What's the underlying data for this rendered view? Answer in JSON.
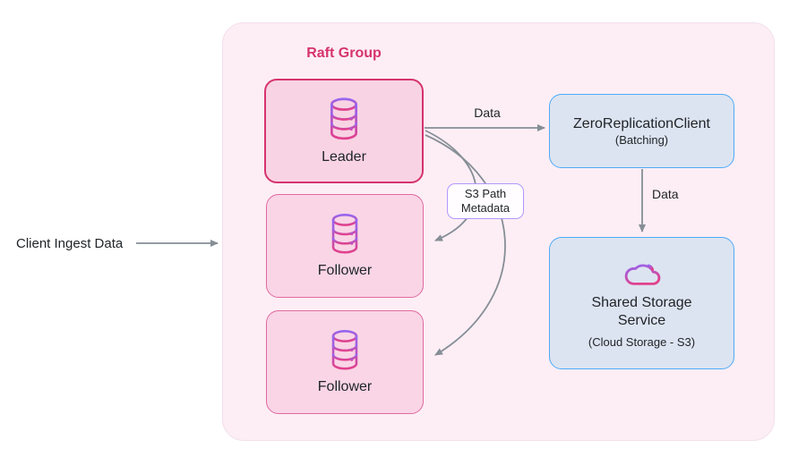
{
  "colors": {
    "canvas_bg": "#ffffff",
    "raft_container_fill": "#fdeef5",
    "accent_pink": "#d6336c",
    "leader_fill": "#f8d3e4",
    "follower_fill": "#f9d5e6",
    "follower_border": "#e0699f",
    "blue_box_fill": "#dde4f1",
    "blue_box_border": "#4dabf7",
    "arrow_gray": "#868e96",
    "metadata_box_border": "#b197fc",
    "icon_gradient_top": "#9566f2",
    "icon_gradient_bottom": "#e1418c",
    "text_dark": "#212529"
  },
  "client": {
    "label": "Client Ingest Data"
  },
  "raft_group": {
    "title": "Raft Group",
    "leader": {
      "label": "Leader",
      "icon": "database-icon"
    },
    "followers": [
      {
        "label": "Follower",
        "icon": "database-icon"
      },
      {
        "label": "Follower",
        "icon": "database-icon"
      }
    ]
  },
  "replication_client": {
    "title": "ZeroReplicationClient",
    "subtitle": "(Batching)"
  },
  "shared_storage": {
    "title": "Shared Storage Service",
    "subtitle": "(Cloud Storage - S3)",
    "icon": "cloud-icon"
  },
  "arrows": {
    "leader_to_client_label": "Data",
    "client_to_storage_label": "Data",
    "metadata_lines": [
      "S3 Path",
      "Metadata"
    ]
  }
}
